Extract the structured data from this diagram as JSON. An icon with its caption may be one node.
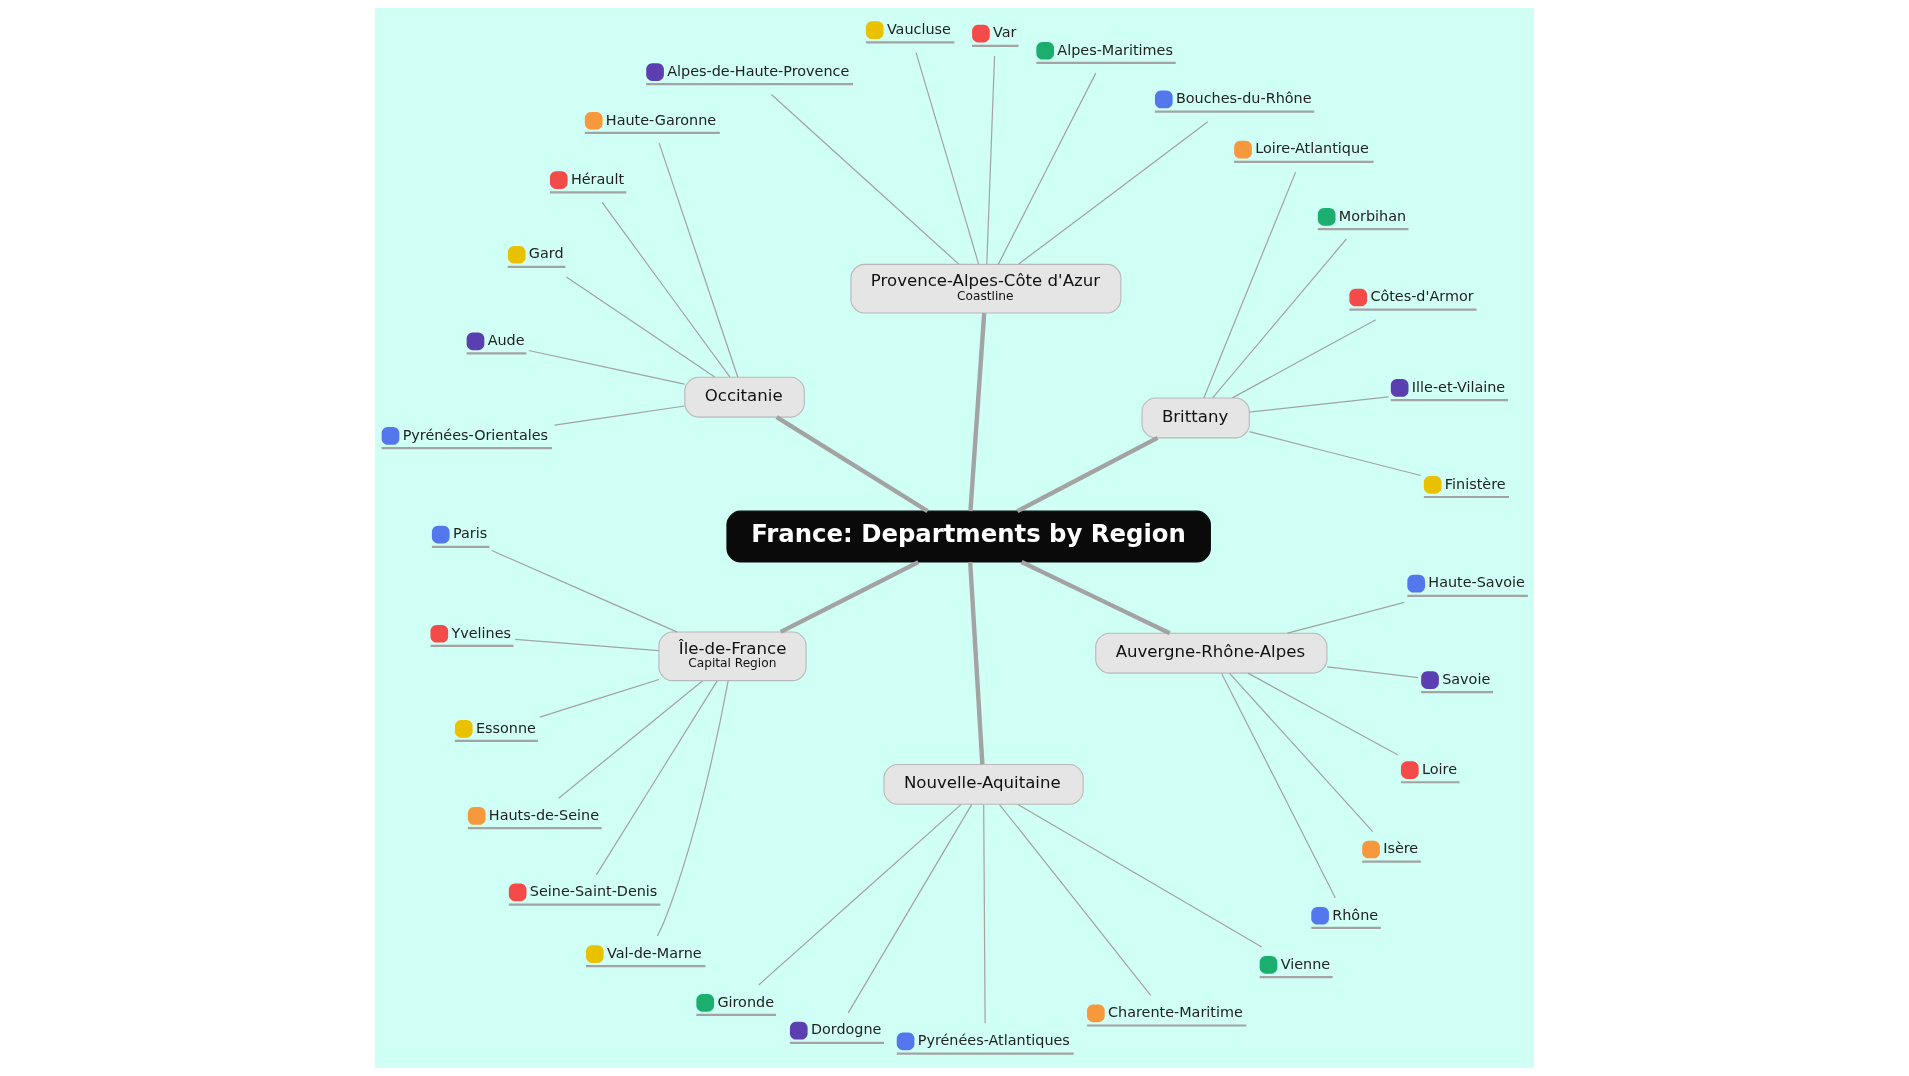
{
  "diagram": {
    "nodes": [
      {
        "text": [
          "France: Departments by Region"
        ]
      },
      {
        "text": [
          "Brittany"
        ]
      },
      {
        "text": [
          "Finistère"
        ]
      },
      {
        "text": [
          "Ille-et-Vilaine"
        ]
      },
      {
        "text": [
          "Côtes-d'Armor"
        ]
      },
      {
        "text": [
          "Morbihan"
        ]
      },
      {
        "text": [
          "Loire-Atlantique"
        ]
      },
      {
        "text": [
          "Provence-Alpes-Côte d'Azur",
          "Coastline"
        ]
      },
      {
        "text": [
          "Bouches-du-Rhône"
        ]
      },
      {
        "text": [
          "Alpes-Maritimes"
        ]
      },
      {
        "text": [
          "Var"
        ]
      },
      {
        "text": [
          "Vaucluse"
        ]
      },
      {
        "text": [
          "Alpes-de-Haute-Provence"
        ]
      },
      {
        "text": [
          "Occitanie"
        ]
      },
      {
        "text": [
          "Haute-Garonne"
        ]
      },
      {
        "text": [
          "Hérault"
        ]
      },
      {
        "text": [
          "Gard"
        ]
      },
      {
        "text": [
          "Aude"
        ]
      },
      {
        "text": [
          "Pyrénées-Orientales"
        ]
      },
      {
        "text": [
          "Île-de-France",
          "Capital Region"
        ]
      },
      {
        "text": [
          "Paris"
        ]
      },
      {
        "text": [
          "Yvelines"
        ]
      },
      {
        "text": [
          "Essonne"
        ]
      },
      {
        "text": [
          "Hauts-de-Seine"
        ]
      },
      {
        "text": [
          "Seine-Saint-Denis"
        ]
      },
      {
        "text": [
          "Val-de-Marne"
        ]
      },
      {
        "text": [
          "Nouvelle-Aquitaine"
        ]
      },
      {
        "text": [
          "Gironde"
        ]
      },
      {
        "text": [
          "Dordogne"
        ]
      },
      {
        "text": [
          "Pyrénées-Atlantiques"
        ]
      },
      {
        "text": [
          "Charente-Maritime"
        ]
      },
      {
        "text": [
          "Vienne"
        ]
      },
      {
        "text": [
          "Auvergne-Rhône-Alpes"
        ]
      },
      {
        "text": [
          "Rhône"
        ]
      },
      {
        "text": [
          "Isère"
        ]
      },
      {
        "text": [
          "Loire"
        ]
      },
      {
        "text": [
          "Savoie"
        ]
      },
      {
        "text": [
          "Haute-Savoie"
        ]
      }
    ],
    "edges": [
      {
        "from": 0,
        "to": 1,
        "arrow": "none",
        "style": "thick"
      },
      {
        "from": 1,
        "to": 2,
        "arrow": "none"
      },
      {
        "from": 1,
        "to": 3,
        "arrow": "none"
      },
      {
        "from": 1,
        "to": 4,
        "arrow": "none"
      },
      {
        "from": 1,
        "to": 5,
        "arrow": "none"
      },
      {
        "from": 1,
        "to": 6,
        "arrow": "none"
      },
      {
        "from": 0,
        "to": 7,
        "arrow": "none",
        "style": "thick"
      },
      {
        "from": 7,
        "to": 8,
        "arrow": "none"
      },
      {
        "from": 7,
        "to": 9,
        "arrow": "none"
      },
      {
        "from": 7,
        "to": 10,
        "arrow": "none"
      },
      {
        "from": 7,
        "to": 11,
        "arrow": "none"
      },
      {
        "from": 7,
        "to": 12,
        "arrow": "none"
      },
      {
        "from": 0,
        "to": 13,
        "arrow": "none",
        "style": "thick"
      },
      {
        "from": 13,
        "to": 14,
        "arrow": "none"
      },
      {
        "from": 13,
        "to": 15,
        "arrow": "none"
      },
      {
        "from": 13,
        "to": 16,
        "arrow": "none"
      },
      {
        "from": 13,
        "to": 17,
        "arrow": "none"
      },
      {
        "from": 13,
        "to": 18,
        "arrow": "none"
      },
      {
        "from": 0,
        "to": 19,
        "arrow": "none",
        "style": "thick"
      },
      {
        "from": 19,
        "to": 20,
        "arrow": "none"
      },
      {
        "from": 19,
        "to": 21,
        "arrow": "none"
      },
      {
        "from": 19,
        "to": 22,
        "arrow": "none"
      },
      {
        "from": 19,
        "to": 23,
        "arrow": "none"
      },
      {
        "from": 19,
        "to": 24,
        "arrow": "none"
      },
      {
        "from": 19,
        "to": 25,
        "arrow": "none"
      },
      {
        "from": 0,
        "to": 26,
        "arrow": "none",
        "style": "thick"
      },
      {
        "from": 26,
        "to": 27,
        "arrow": "none"
      },
      {
        "from": 26,
        "to": 28,
        "arrow": "none"
      },
      {
        "from": 26,
        "to": 29,
        "arrow": "none"
      },
      {
        "from": 26,
        "to": 30,
        "arrow": "none"
      },
      {
        "from": 26,
        "to": 31,
        "arrow": "none"
      },
      {
        "from": 0,
        "to": 32,
        "arrow": "none",
        "style": "thick"
      },
      {
        "from": 32,
        "to": 33,
        "arrow": "none"
      },
      {
        "from": 32,
        "to": 34,
        "arrow": "none"
      },
      {
        "from": 32,
        "to": 35,
        "arrow": "none"
      },
      {
        "from": 32,
        "to": 36,
        "arrow": "none"
      },
      {
        "from": 32,
        "to": 37,
        "arrow": "none"
      }
    ]
  }
}
